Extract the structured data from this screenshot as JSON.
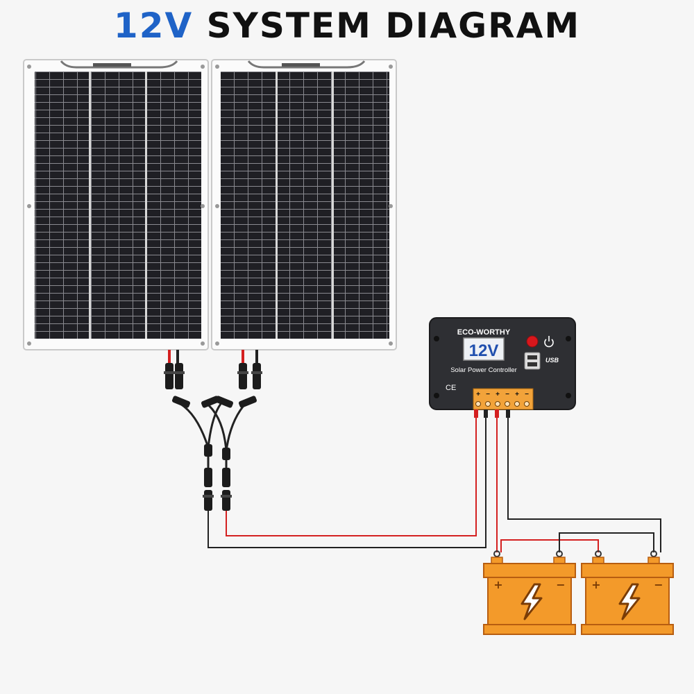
{
  "title": {
    "accent": "12V",
    "rest": "SYSTEM DIAGRAM"
  },
  "controller": {
    "brand": "ECO-WORTHY",
    "voltage": "12V",
    "label": "Solar Power Controller",
    "ce_mark": "CE",
    "usb_mark": "USB",
    "terminal_symbols": [
      "+",
      "−",
      "+",
      "−",
      "+",
      "−"
    ]
  },
  "batteries": [
    {
      "plus": "+",
      "minus": "−"
    },
    {
      "plus": "+",
      "minus": "−"
    }
  ],
  "colors": {
    "title_accent": "#1f63c7",
    "panel_cell": "#1d1d22",
    "wire_positive": "#d42020",
    "wire_negative": "#222222",
    "battery_body": "#f39a2a",
    "battery_outline": "#b75d10",
    "controller_body": "#2e2f33"
  },
  "icons": [
    "solar-panel",
    "mc4-connector",
    "branch-connector",
    "power-icon",
    "usb-icon",
    "lightning-icon",
    "battery"
  ]
}
